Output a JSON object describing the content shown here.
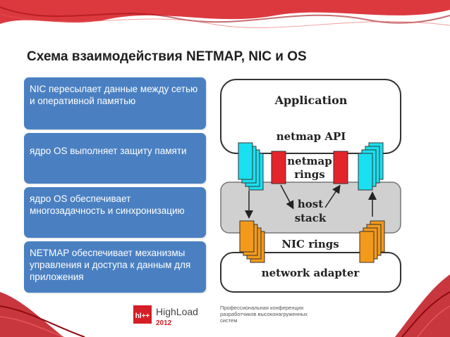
{
  "slide": {
    "title": "Схема взаимодействия NETMAP, NIC и OS"
  },
  "cards": [
    {
      "text": "NIC  пересылает данные между сетью и оперативной памятью"
    },
    {
      "text": "ядро OS выполняет защиту памяти"
    },
    {
      "text": "ядро OS обеспечивает многозадачность и синхронизацию"
    },
    {
      "text": "NETMAP обеспечивает механизмы управления и доступа к данным для приложения"
    }
  ],
  "diagram": {
    "application": "Application",
    "netmap_api": "netmap API",
    "netmap_rings_1": "netmap",
    "netmap_rings_2": "rings",
    "host_stack_1": "host",
    "host_stack_2": "stack",
    "nic_rings": "NIC rings",
    "network_adapter": "network adapter"
  },
  "footer": {
    "logo_mark": "hl++",
    "logo_name": "HighLoad",
    "logo_year": "2012",
    "conference_text": "Профессиональная конференция разработчиков высоконагруженных систем"
  },
  "colors": {
    "card_bg": "#4a80c2",
    "cyan": "#19e0f0",
    "red": "#e3242b",
    "orange": "#f49a1a",
    "host_gray": "#d0d0d0",
    "decor_red": "#c0141c"
  }
}
